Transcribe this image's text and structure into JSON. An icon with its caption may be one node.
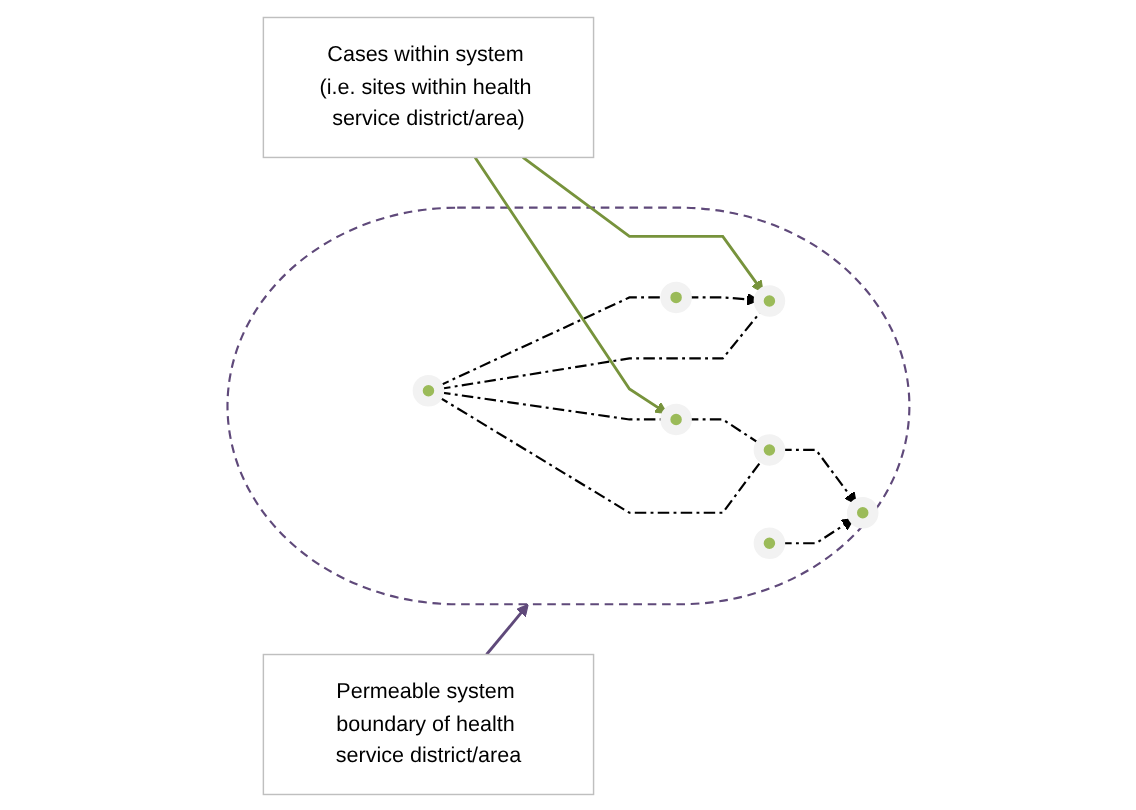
{
  "diagram": {
    "nodes": [
      {
        "text": [
          "Cases within system (i.e. sites within health service district/area)"
        ]
      },
      {
        "text": [],
        "shape": "ellipse"
      },
      {
        "text": [],
        "shape": "circle",
        "in": 1
      },
      {
        "text": [],
        "shape": "circle",
        "in": 1
      },
      {
        "text": [],
        "shape": "circle",
        "in": 1
      },
      {
        "text": [],
        "shape": "circle",
        "in": 1
      },
      {
        "text": [],
        "shape": "circle",
        "in": 1
      },
      {
        "text": [],
        "shape": "circle",
        "in": 1
      },
      {
        "text": [],
        "shape": "circle",
        "in": 1
      },
      {
        "text": [
          "Permeable system boundary of health service district/area"
        ]
      }
    ],
    "edges": [
      {
        "from": 0,
        "to": 2,
        "arrow": "to",
        "color": "#77933c"
      },
      {
        "from": 0,
        "to": 3,
        "arrow": "to",
        "color": "#77933c"
      },
      {
        "from": 9,
        "to": 1,
        "arrow": "to",
        "color": "#5f497a"
      },
      {
        "from": 4,
        "to": 3,
        "arrow": "to",
        "style": "dashed"
      },
      {
        "from": 8,
        "to": 4,
        "arrow": "none",
        "style": "dashed"
      },
      {
        "from": 8,
        "to": 2,
        "arrow": "none",
        "style": "dashed"
      },
      {
        "from": 2,
        "to": 7,
        "arrow": "none",
        "style": "dashed"
      },
      {
        "from": 7,
        "to": 5,
        "arrow": "to",
        "style": "dashed"
      },
      {
        "from": 8,
        "to": 3,
        "arrow": "none",
        "style": "dashed"
      },
      {
        "from": 8,
        "to": 7,
        "arrow": "none",
        "style": "dashed"
      },
      {
        "from": 6,
        "to": 5,
        "arrow": "to",
        "style": "dashed"
      }
    ]
  }
}
